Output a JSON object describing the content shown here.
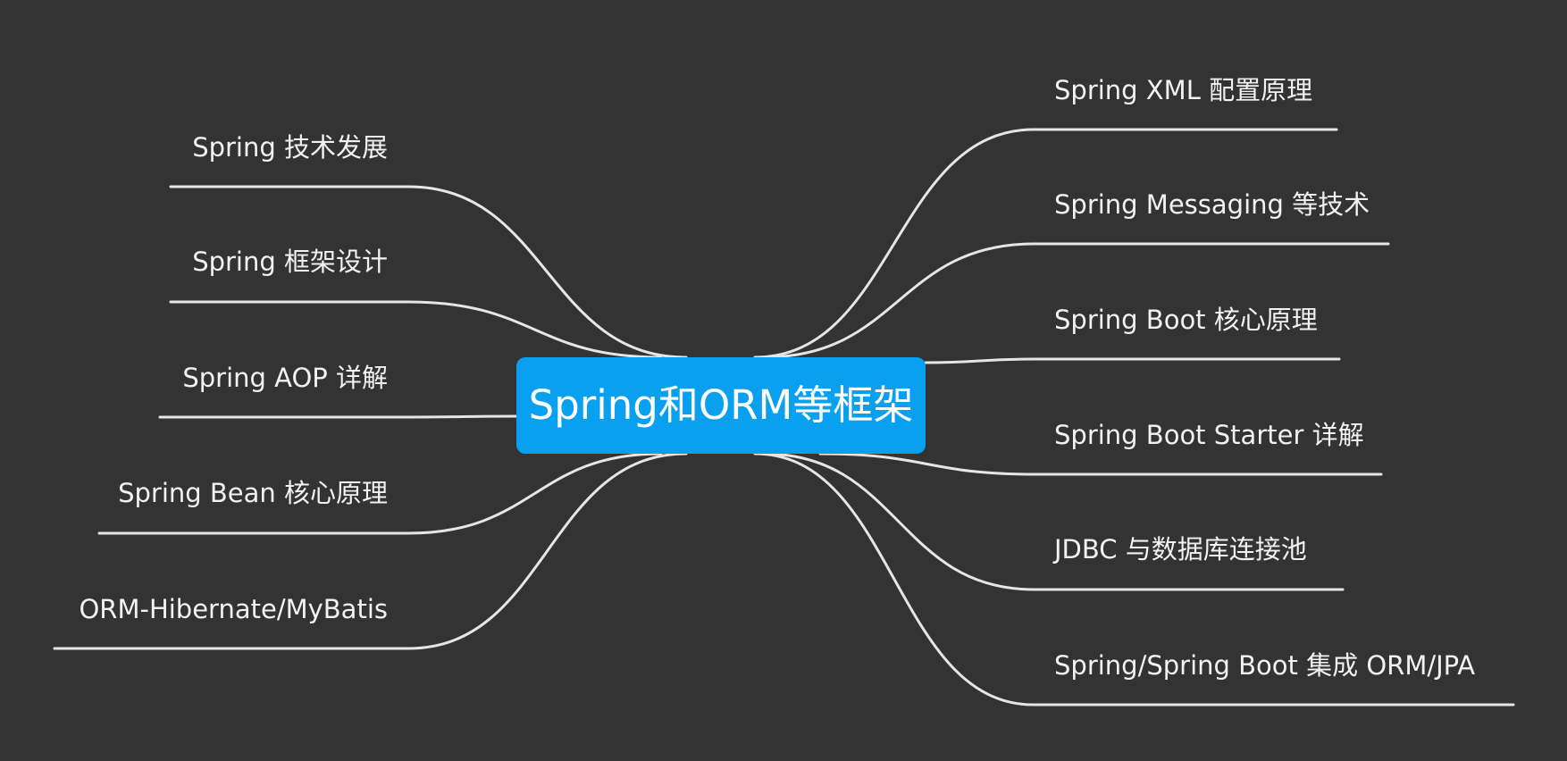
{
  "central_topic": "Spring和ORM等框架",
  "colors": {
    "background": "#333333",
    "central_fill": "#0aa0f0",
    "central_text": "#ffffff",
    "branch_line": "#e6e6e6",
    "branch_text": "#f2f2f2"
  },
  "left_branches": [
    "Spring 技术发展",
    "Spring 框架设计",
    "Spring AOP 详解",
    "Spring Bean 核心原理",
    "ORM-Hibernate/MyBatis"
  ],
  "right_branches": [
    "Spring XML 配置原理",
    "Spring Messaging 等技术",
    "Spring Boot 核心原理",
    "Spring Boot Starter 详解",
    "JDBC 与数据库连接池",
    "Spring/Spring Boot 集成 ORM/JPA"
  ]
}
